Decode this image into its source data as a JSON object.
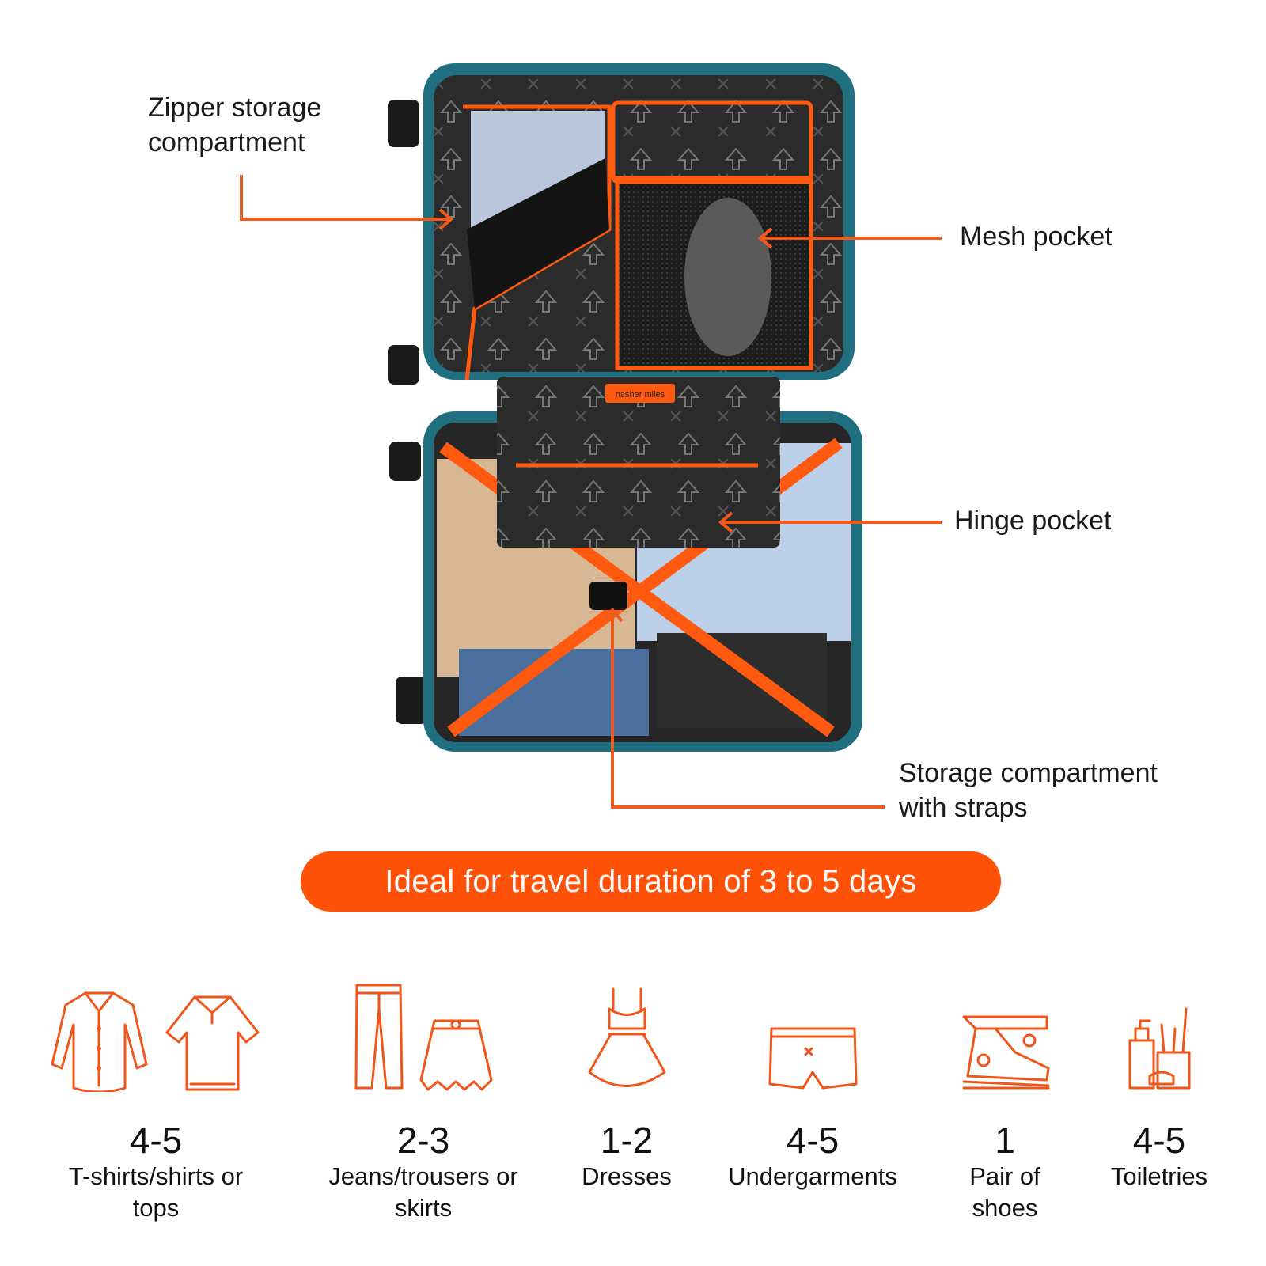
{
  "brand": "nasher miles",
  "callouts": {
    "zipper": {
      "line1": "Zipper storage",
      "line2": "compartment"
    },
    "mesh": {
      "line1": "Mesh pocket"
    },
    "hinge": {
      "line1": "Hinge pocket"
    },
    "straps": {
      "line1": "Storage compartment",
      "line2": "with straps"
    }
  },
  "banner": {
    "text": "Ideal for travel duration of 3 to 5 days"
  },
  "items": [
    {
      "count": "4-5",
      "line1": "T-shirts/shirts or",
      "line2": "tops",
      "icons": [
        "shirt-icon",
        "polo-tshirt-icon"
      ]
    },
    {
      "count": "2-3",
      "line1": "Jeans/trousers or",
      "line2": "skirts",
      "icons": [
        "trousers-icon",
        "skirt-icon"
      ]
    },
    {
      "count": "1-2",
      "line1": "Dresses",
      "line2": "",
      "icons": [
        "dress-icon"
      ]
    },
    {
      "count": "4-5",
      "line1": "Undergarments",
      "line2": "",
      "icons": [
        "shorts-icon"
      ]
    },
    {
      "count": "1",
      "line1": "Pair of",
      "line2": "shoes",
      "icons": [
        "sneaker-icon"
      ]
    },
    {
      "count": "4-5",
      "line1": "Toiletries",
      "line2": "",
      "icons": [
        "toiletries-icon"
      ]
    }
  ],
  "colors": {
    "accent": "#ff5208",
    "shell": "#1f6f80",
    "lining": "#2a2a2a"
  }
}
